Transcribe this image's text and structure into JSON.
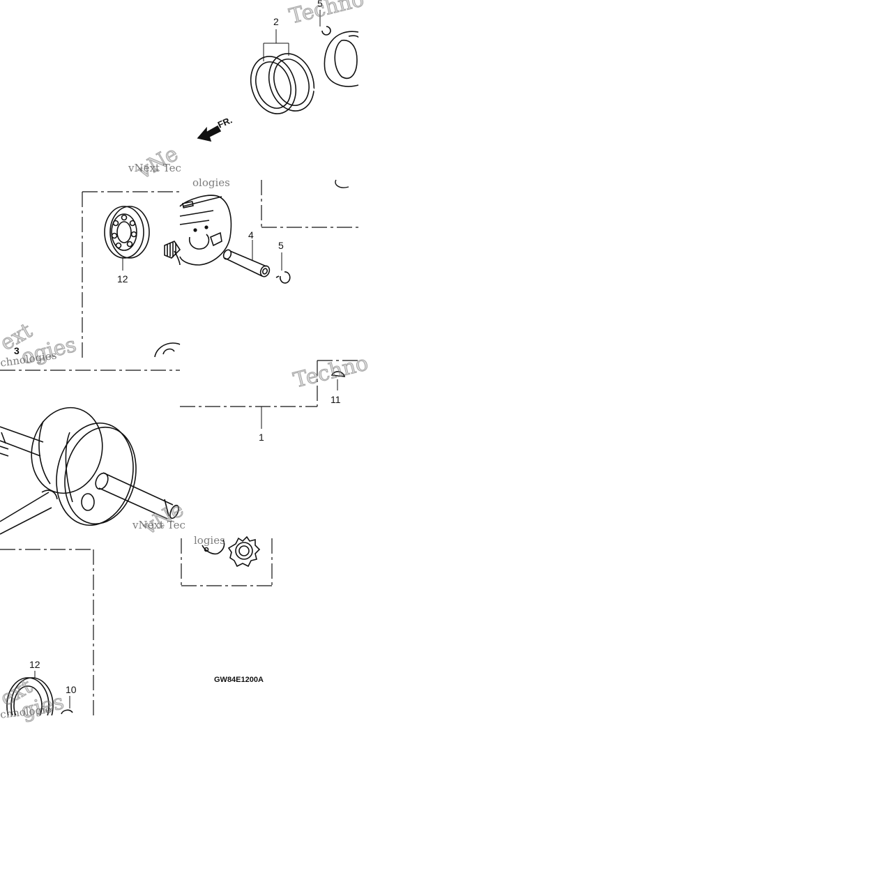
{
  "diagram": {
    "code": "GW84E1200A",
    "direction_label": "FR.",
    "callouts": {
      "c1": "1",
      "c2": "2",
      "c3": "3",
      "c4": "4",
      "c5a": "5",
      "c5b": "5",
      "c10": "10",
      "c11": "11",
      "c12a": "12",
      "c12b": "12"
    }
  }
}
